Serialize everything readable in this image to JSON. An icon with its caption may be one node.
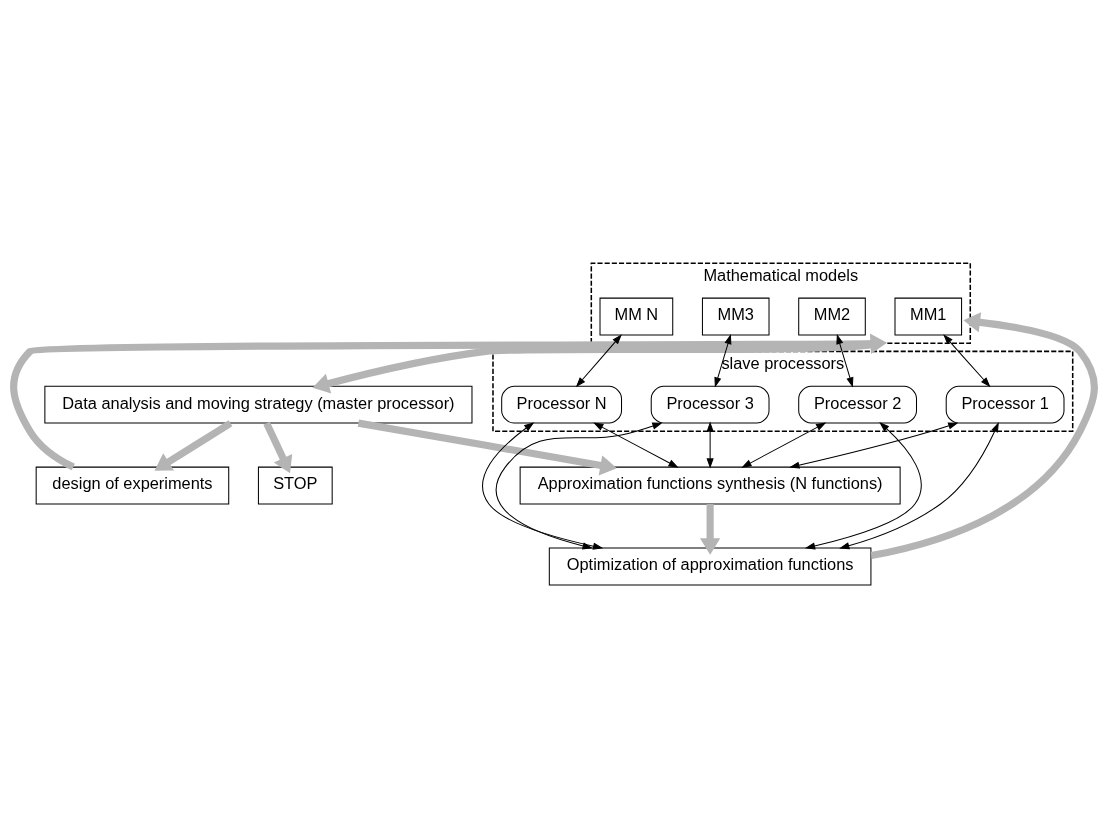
{
  "diagram": {
    "nodes": [
      {
        "text": [
          "design of experiments"
        ]
      },
      {
        "text": [
          "Mathematical models"
        ]
      },
      {
        "text": [
          "MM1"
        ],
        "in": 1
      },
      {
        "text": [
          "MM2"
        ],
        "in": 1
      },
      {
        "text": [
          "MM3"
        ],
        "in": 1
      },
      {
        "text": [
          "MM N"
        ],
        "in": 1
      },
      {
        "text": [
          "Data analysis and moving strategy (master processor)"
        ]
      },
      {
        "text": [
          "slave processors"
        ]
      },
      {
        "text": [
          "Processor 1"
        ],
        "in": 7
      },
      {
        "text": [
          "Processor 2"
        ],
        "in": 7
      },
      {
        "text": [
          "Processor 3"
        ],
        "in": 7
      },
      {
        "text": [
          "Processor N"
        ],
        "in": 7
      },
      {
        "text": [
          "Approximation functions synthesis (N functions)"
        ]
      },
      {
        "text": [
          "Optimization of approximation functions"
        ]
      },
      {
        "text": [
          "STOP"
        ]
      }
    ],
    "edges": [
      {
        "from": 0,
        "to": 1,
        "arrow": "to",
        "style": "thick",
        "color": "#b4b4b4"
      },
      {
        "from": 1,
        "to": 6,
        "arrow": "to",
        "style": "thick",
        "color": "#b4b4b4"
      },
      {
        "from": 6,
        "to": 0,
        "arrow": "to",
        "style": "thick",
        "color": "#b4b4b4"
      },
      {
        "from": 6,
        "to": 12,
        "arrow": "to",
        "style": "thick",
        "color": "#b4b4b4"
      },
      {
        "from": 6,
        "to": 14,
        "arrow": "to",
        "style": "thick",
        "color": "#b4b4b4"
      },
      {
        "from": 12,
        "to": 13,
        "arrow": "to",
        "style": "thick",
        "color": "#b4b4b4"
      },
      {
        "from": 13,
        "to": 1,
        "arrow": "to",
        "style": "thick",
        "color": "#b4b4b4"
      },
      {
        "from": 2,
        "to": 8,
        "arrow": "both"
      },
      {
        "from": 3,
        "to": 9,
        "arrow": "both"
      },
      {
        "from": 4,
        "to": 10,
        "arrow": "both"
      },
      {
        "from": 5,
        "to": 11,
        "arrow": "both"
      },
      {
        "from": 8,
        "to": 12,
        "arrow": "both"
      },
      {
        "from": 9,
        "to": 12,
        "arrow": "both"
      },
      {
        "from": 10,
        "to": 12,
        "arrow": "both"
      },
      {
        "from": 11,
        "to": 12,
        "arrow": "both"
      },
      {
        "from": 8,
        "to": 13,
        "arrow": "both"
      },
      {
        "from": 9,
        "to": 13,
        "arrow": "both"
      },
      {
        "from": 10,
        "to": 13,
        "arrow": "both"
      },
      {
        "from": 11,
        "to": 13,
        "arrow": "both"
      }
    ]
  }
}
